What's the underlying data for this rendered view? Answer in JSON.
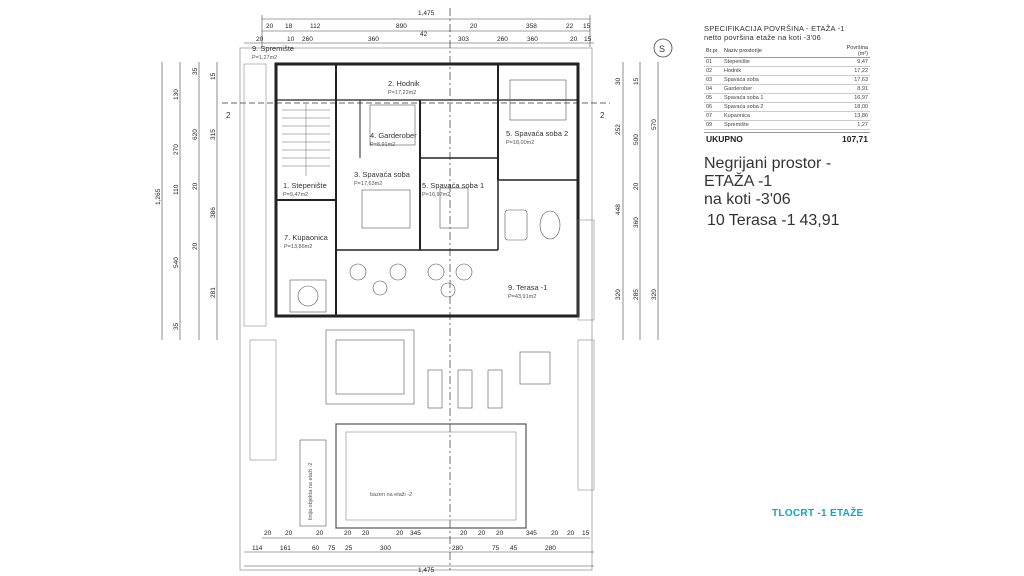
{
  "dims_top": {
    "overall": "1,475",
    "row1": [
      "20",
      "18",
      "112",
      "890",
      "20",
      "358",
      "22",
      "15"
    ],
    "row2": [
      "20",
      "10",
      "260",
      "360",
      "42",
      "303",
      "260",
      "360",
      "20",
      "15"
    ]
  },
  "dims_bottom": {
    "row1": [
      "20",
      "20",
      "20",
      "20",
      "20",
      "20",
      "345",
      "20",
      "20",
      "20",
      "345",
      "20",
      "20",
      "15"
    ],
    "row2": [
      "114",
      "161",
      "60",
      "75",
      "25",
      "300",
      "280",
      "75",
      "45",
      "280"
    ],
    "overall": "1,475"
  },
  "dims_left": [
    "1,265",
    "270",
    "620",
    "315",
    "110",
    "386",
    "540",
    "281",
    "35",
    "130",
    "35",
    "20",
    "20",
    "15"
  ],
  "dims_right": [
    "570",
    "500",
    "252",
    "360",
    "448",
    "320",
    "285",
    "320",
    "15",
    "30",
    "20"
  ],
  "rooms": {
    "spremiste": {
      "name": "9. Spremište",
      "area": "P=1,27m2"
    },
    "hodnik": {
      "name": "2. Hodnik",
      "area": "P=17,22m2"
    },
    "garderober": {
      "name": "4. Garderober",
      "area": "P=8,91m2"
    },
    "spavaca2": {
      "name": "5. Spavaća soba 2",
      "area": "P=18,00m2"
    },
    "stepeniste": {
      "name": "1. Stepenište",
      "area": "P=9,47m2"
    },
    "spavaca": {
      "name": "3. Spavaća soba",
      "area": "P=17,63m2"
    },
    "spavaca1": {
      "name": "5. Spavaća soba 1",
      "area": "P=16,97m2"
    },
    "kupaonica": {
      "name": "7. Kupaonica",
      "area": "P=13,86m2"
    },
    "terasa": {
      "name": "9. Terasa -1",
      "area": "P=43,91m2"
    },
    "bazen": {
      "name": "bazen na etaži -2"
    },
    "obrisi": {
      "name": "linija objekta na etaži -2"
    }
  },
  "spec": {
    "title_line1": "SPECIFIKACIJA POVRŠINA - ETAŽA -1",
    "title_line2": "netto površina etaže na koti -3'06",
    "headers": [
      "Br.pr.",
      "Naziv prostorije",
      "Površina (m²)"
    ],
    "rows": [
      [
        "01",
        "Stepenište",
        "9,47"
      ],
      [
        "02",
        "Hodnik",
        "17,22"
      ],
      [
        "03",
        "Spavaća soba",
        "17,63"
      ],
      [
        "04",
        "Garderober",
        "8,91"
      ],
      [
        "05",
        "Spavaća soba 1",
        "16,97"
      ],
      [
        "06",
        "Spavaća soba 2",
        "18,00"
      ],
      [
        "07",
        "Kupaonica",
        "13,86"
      ],
      [
        "09",
        "Spremište",
        "1,27"
      ]
    ],
    "total_label": "UKUPNO",
    "total_value": "107,71",
    "unheated_line1": "Negrijani prostor - ETAŽA -1",
    "unheated_line2": "na koti -3'06",
    "unheated_rows": [
      [
        "10",
        "Terasa -1",
        "43,91"
      ]
    ]
  },
  "caption": "TLOCRT -1 ETAŽE",
  "section_mark": "2",
  "north_mark": "S",
  "colors": {
    "caption": "#0aa7c9",
    "wall": "#222222",
    "line": "#555555"
  }
}
